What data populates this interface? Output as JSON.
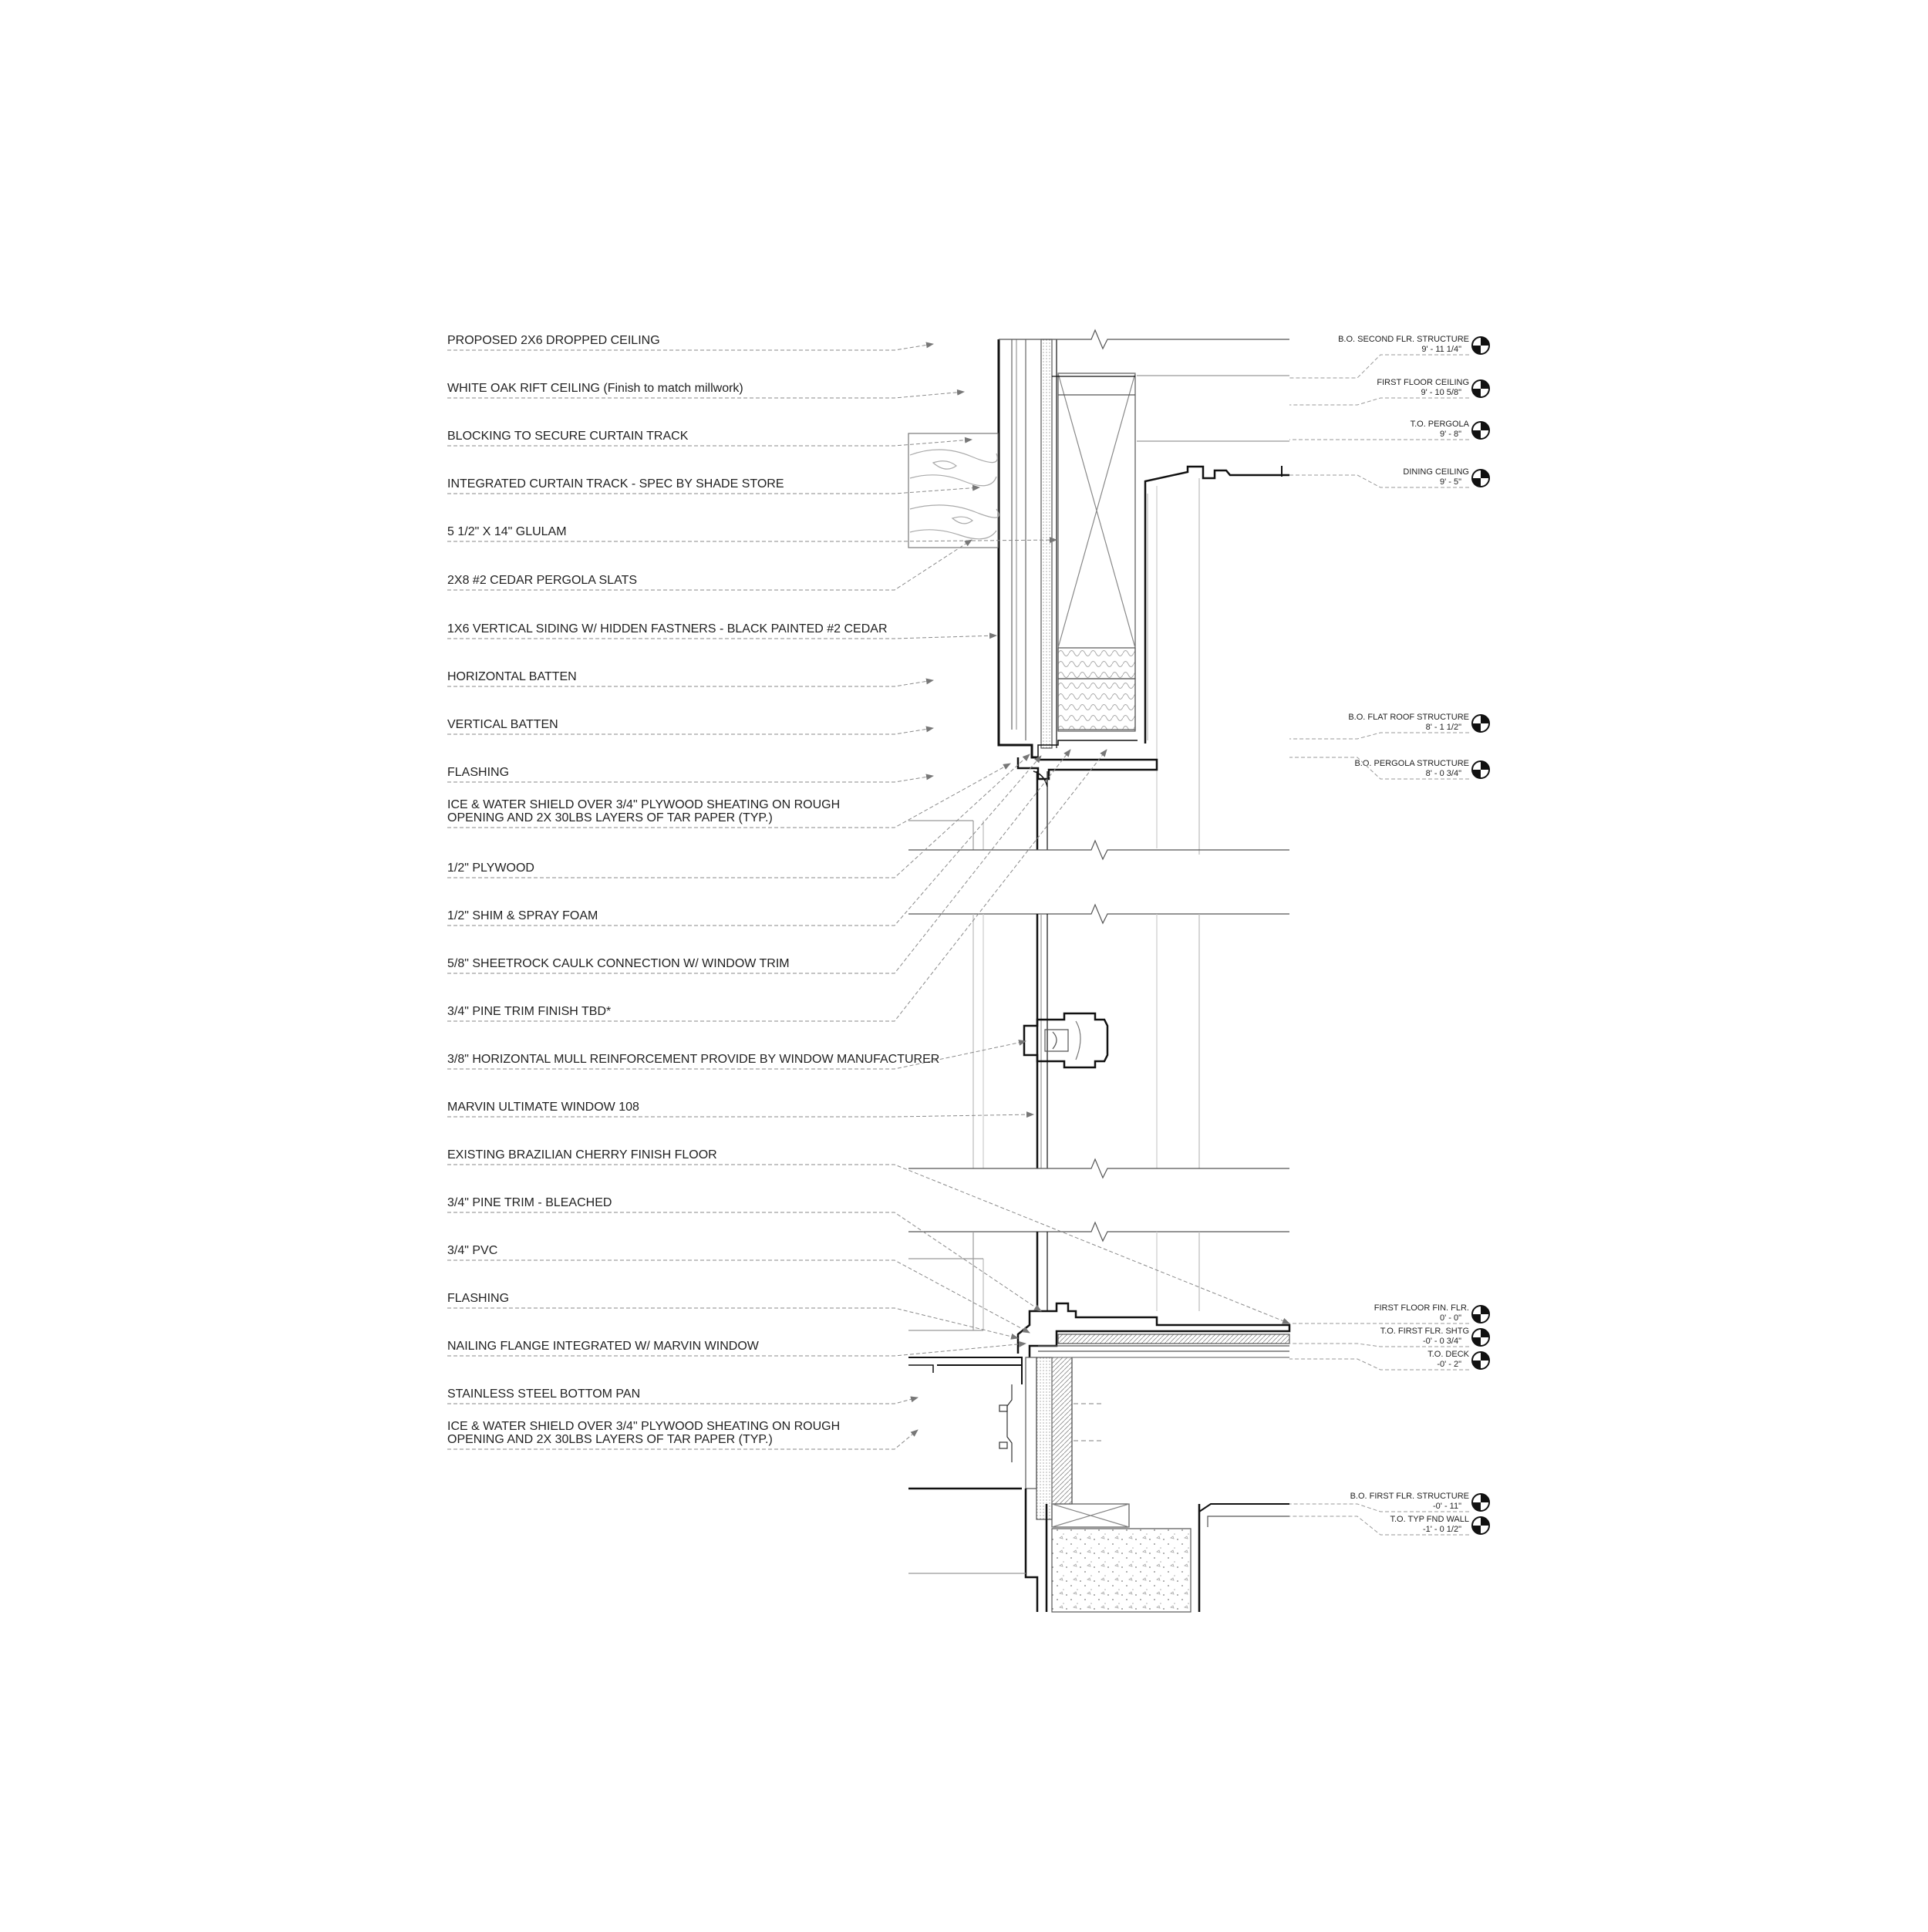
{
  "notes": [
    {
      "id": "proposed-dropped-ceiling",
      "lines": [
        "PROPOSED 2X6 DROPPED CEILING"
      ]
    },
    {
      "id": "white-oak-ceiling",
      "lines": [
        "WHITE OAK RIFT CEILING (Finish to match millwork)"
      ]
    },
    {
      "id": "blocking-curtain-track",
      "lines": [
        "BLOCKING TO SECURE CURTAIN TRACK"
      ]
    },
    {
      "id": "integrated-curtain-track",
      "lines": [
        "INTEGRATED CURTAIN TRACK - SPEC BY SHADE STORE"
      ]
    },
    {
      "id": "glulam",
      "lines": [
        "5 1/2\" X 14\" GLULAM"
      ]
    },
    {
      "id": "cedar-pergola-slats",
      "lines": [
        "2X8 #2 CEDAR PERGOLA SLATS"
      ]
    },
    {
      "id": "vertical-siding",
      "lines": [
        "1X6 VERTICAL SIDING W/ HIDDEN FASTNERS - BLACK PAINTED #2 CEDAR"
      ]
    },
    {
      "id": "horizontal-batten",
      "lines": [
        "HORIZONTAL BATTEN"
      ]
    },
    {
      "id": "vertical-batten",
      "lines": [
        "VERTICAL BATTEN"
      ]
    },
    {
      "id": "flashing-upper",
      "lines": [
        "FLASHING"
      ]
    },
    {
      "id": "ice-water-shield-upper",
      "lines": [
        "ICE & WATER SHIELD OVER 3/4\" PLYWOOD SHEATING ON ROUGH",
        "OPENING AND 2X 30LBS LAYERS OF TAR PAPER (TYP.)"
      ]
    },
    {
      "id": "half-plywood",
      "lines": [
        "1/2\" PLYWOOD"
      ]
    },
    {
      "id": "shim-spray-foam",
      "lines": [
        "1/2\" SHIM & SPRAY FOAM"
      ]
    },
    {
      "id": "sheetrock-caulk",
      "lines": [
        "5/8\" SHEETROCK CAULK CONNECTION W/ WINDOW TRIM"
      ]
    },
    {
      "id": "pine-trim-tbd",
      "lines": [
        "3/4\" PINE TRIM FINISH TBD*"
      ]
    },
    {
      "id": "mull-reinforcement",
      "lines": [
        "3/8\" HORIZONTAL MULL REINFORCEMENT PROVIDE BY WINDOW MANUFACTURER"
      ]
    },
    {
      "id": "marvin-window",
      "lines": [
        "MARVIN ULTIMATE WINDOW 108"
      ]
    },
    {
      "id": "cherry-floor",
      "lines": [
        "EXISTING BRAZILIAN CHERRY FINISH FLOOR"
      ]
    },
    {
      "id": "pine-trim-bleached",
      "lines": [
        "3/4\" PINE TRIM - BLEACHED"
      ]
    },
    {
      "id": "pvc",
      "lines": [
        "3/4\" PVC"
      ]
    },
    {
      "id": "flashing-lower",
      "lines": [
        "FLASHING"
      ]
    },
    {
      "id": "nailing-flange",
      "lines": [
        "NAILING FLANGE INTEGRATED W/ MARVIN WINDOW"
      ]
    },
    {
      "id": "stainless-pan",
      "lines": [
        "STAINLESS STEEL BOTTOM PAN"
      ]
    },
    {
      "id": "ice-water-shield-lower",
      "lines": [
        "ICE & WATER SHIELD OVER 3/4\" PLYWOOD SHEATING ON ROUGH",
        " OPENING AND 2X 30LBS LAYERS OF TAR PAPER (TYP.)"
      ]
    }
  ],
  "levels": [
    {
      "id": "bo-second-flr-structure",
      "name": "B.O. SECOND FLR. STRUCTURE",
      "value": "9' - 11 1/4\""
    },
    {
      "id": "first-floor-ceiling",
      "name": "FIRST FLOOR CEILING",
      "value": "9' - 10 5/8\""
    },
    {
      "id": "to-pergola",
      "name": "T.O. PERGOLA",
      "value": "9' - 8\""
    },
    {
      "id": "dining-ceiling",
      "name": "DINING CEILING",
      "value": "9' - 5\""
    },
    {
      "id": "bo-flat-roof-structure",
      "name": "B.O. FLAT ROOF STRUCTURE",
      "value": "8' - 1 1/2\""
    },
    {
      "id": "bo-pergola-structure",
      "name": "B.O. PERGOLA STRUCTURE",
      "value": "8' - 0 3/4\""
    },
    {
      "id": "first-floor-fin-flr",
      "name": "FIRST FLOOR FIN. FLR.",
      "value": "0' - 0\""
    },
    {
      "id": "to-first-flr-shtg",
      "name": "T.O. FIRST FLR. SHTG",
      "value": "-0' - 0 3/4\""
    },
    {
      "id": "to-deck",
      "name": "T.O. DECK",
      "value": "-0' - 2\""
    },
    {
      "id": "bo-first-flr-structure",
      "name": "B.O. FIRST FLR. STRUCTURE",
      "value": "-0' - 11\""
    },
    {
      "id": "to-typ-fnd-wall",
      "name": "T.O. TYP FND WALL",
      "value": "-1' - 0 1/2\""
    }
  ],
  "colors": {
    "ink": "#111111",
    "leader": "#8a8a8a",
    "light": "#b5b5b5"
  }
}
